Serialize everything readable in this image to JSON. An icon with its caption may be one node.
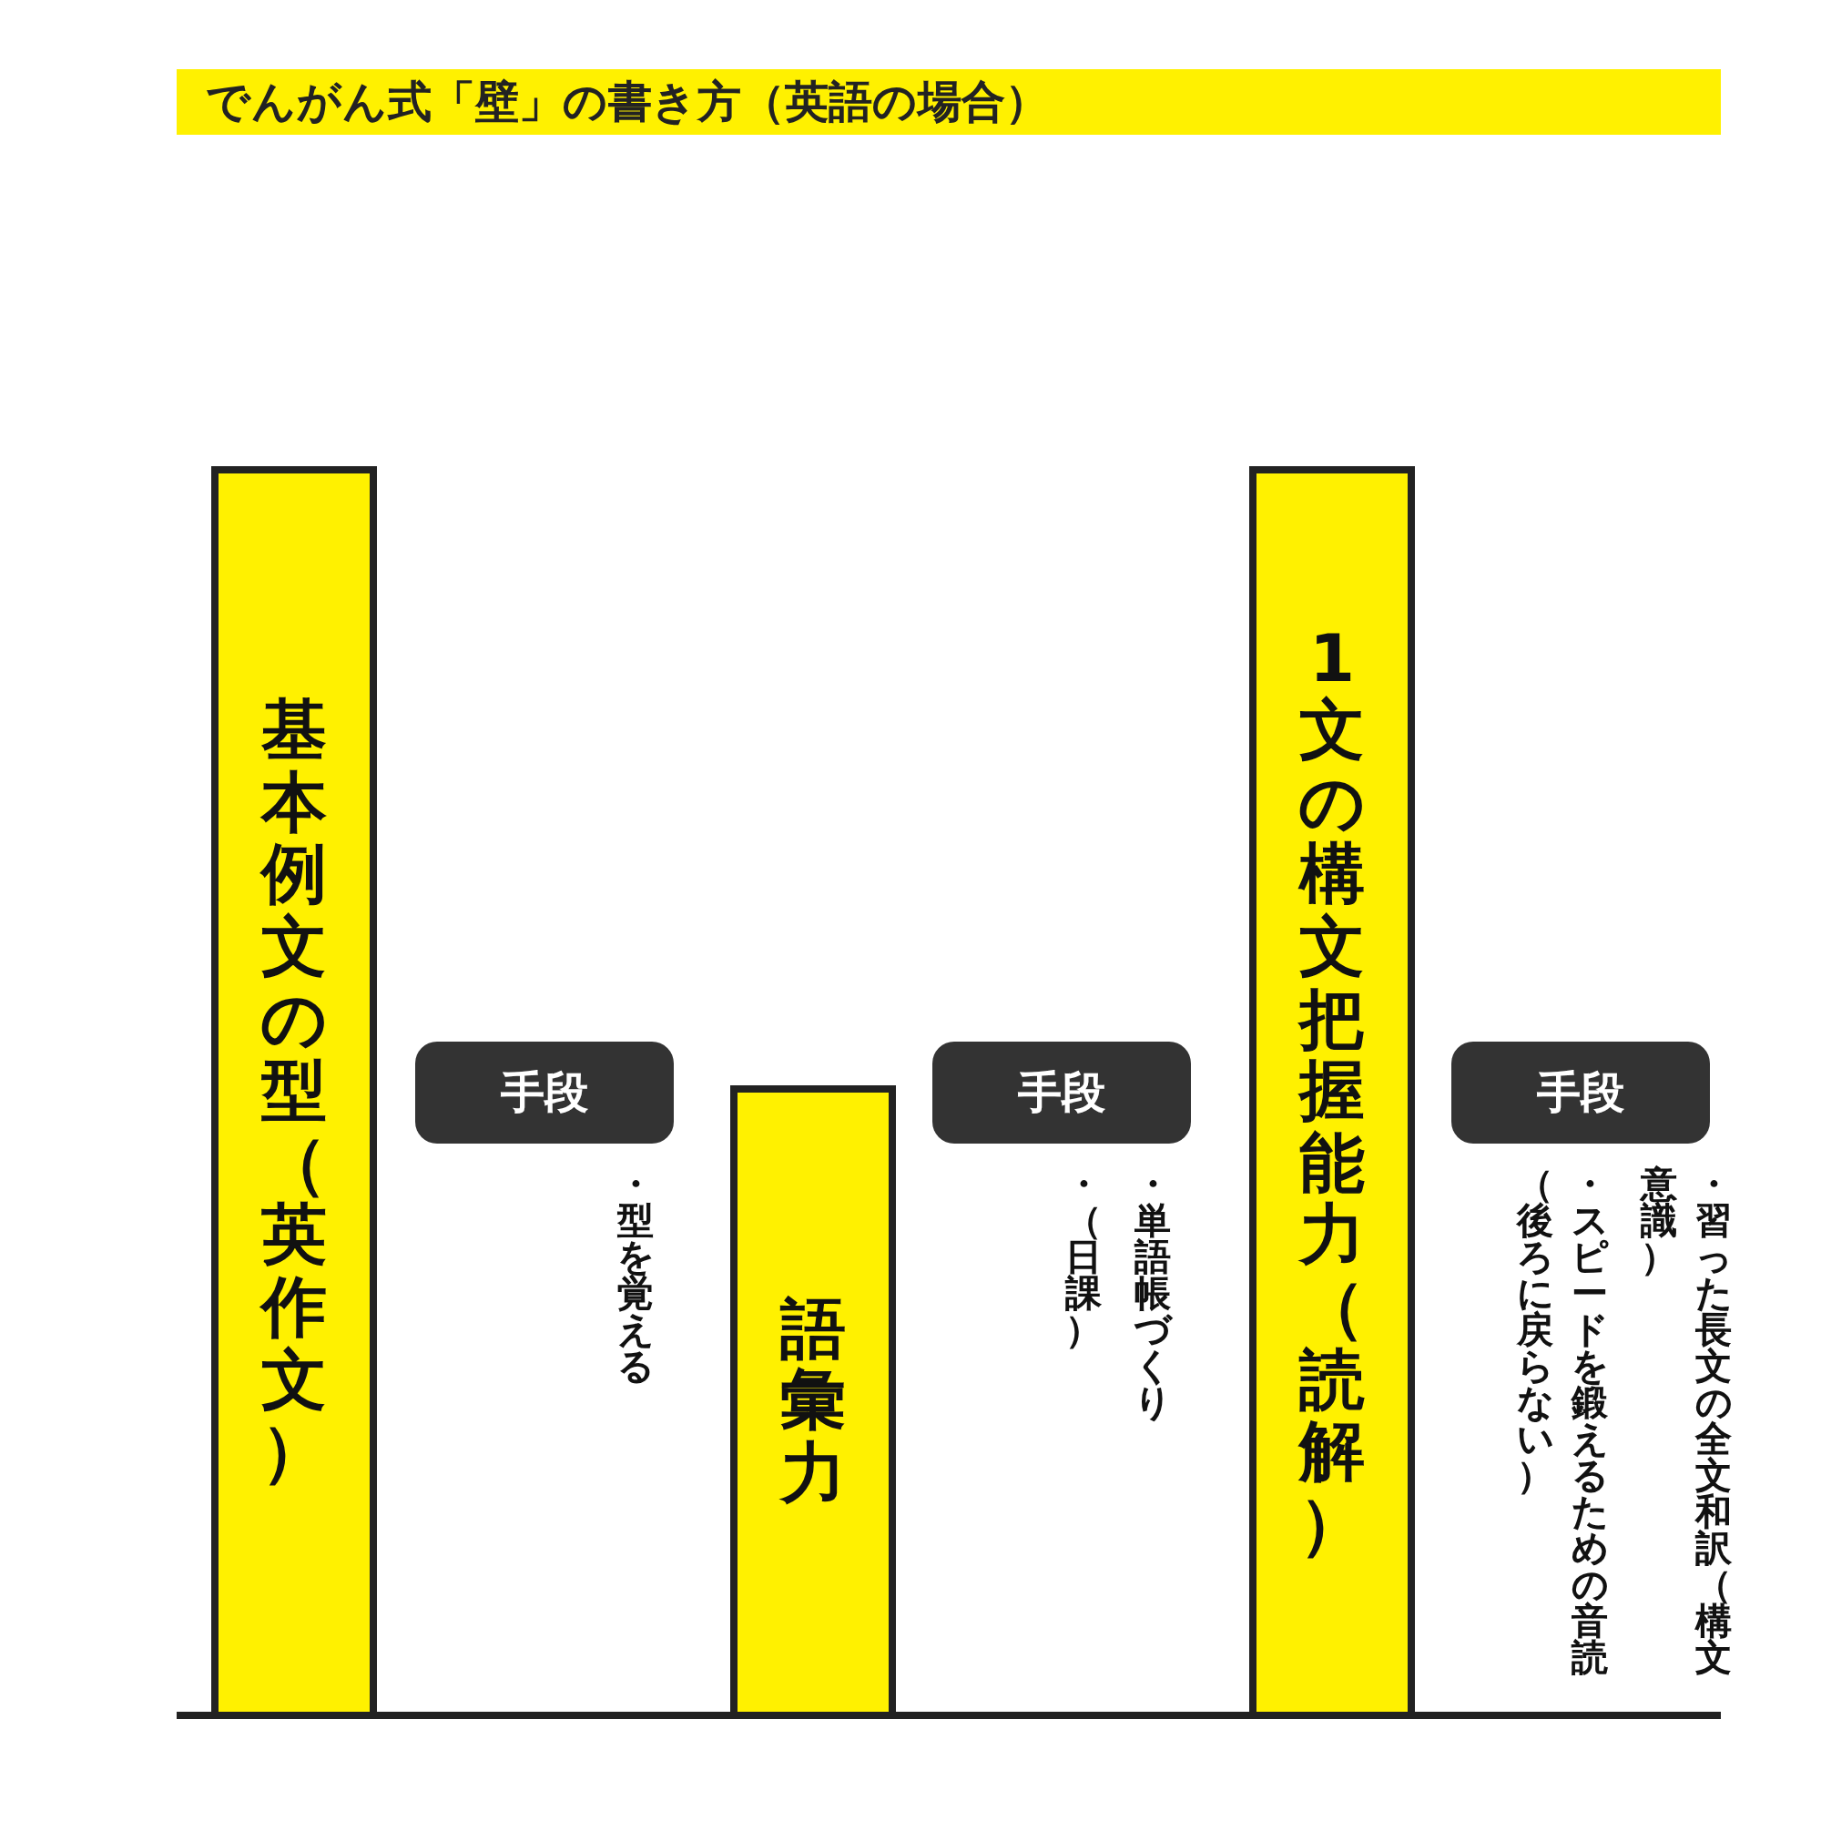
{
  "diagram": {
    "title": "でんがん式「壁」の書き方（英語の場合）",
    "nodes": [
      {
        "text": [
          "基本例文の型（英作文）"
        ]
      },
      {
        "text": [
          "手段"
        ],
        "beside": [
          "・型を覚える"
        ]
      },
      {
        "text": [
          "語彙力"
        ]
      },
      {
        "text": [
          "手段"
        ],
        "beside": [
          "・単語帳づくり",
          "・（日課）"
        ]
      },
      {
        "text": [
          "1文の構文把握能力（読解）"
        ]
      },
      {
        "text": [
          "手段"
        ],
        "beside": [
          "・習った長文の全文和訳（構文意識）",
          "・スピードを鍛えるための音読（後ろに戻らない）"
        ]
      }
    ]
  }
}
